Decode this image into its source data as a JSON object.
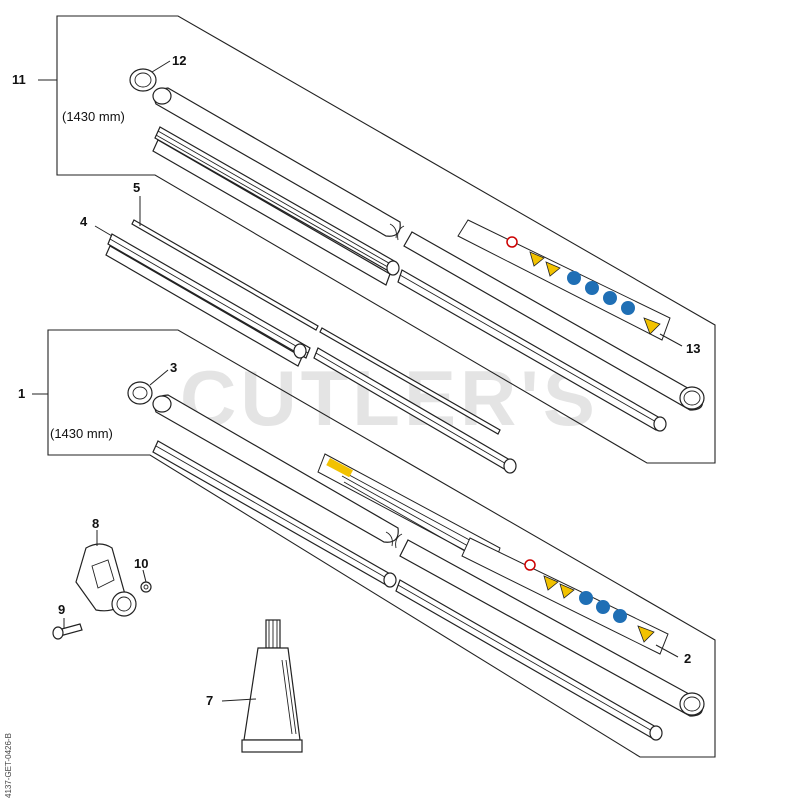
{
  "watermark": "CUTLER'S",
  "drawing_code": "4137-GET-0426-B",
  "callouts": {
    "c1": "1",
    "c2": "2",
    "c3": "3",
    "c4": "4",
    "c5": "5",
    "c6": "",
    "c7": "7",
    "c8": "8",
    "c9": "9",
    "c10": "10",
    "c11": "11",
    "c12": "12",
    "c13": "13"
  },
  "dimensions": {
    "upper_length": "(1430 mm)",
    "lower_length": "(1430 mm)"
  },
  "colors": {
    "line": "#222222",
    "warning_yellow": "#f2c200",
    "mandatory_blue": "#1f6fb5",
    "watermark": "#cfcfcf"
  },
  "icons": {
    "upper_decal": [
      "hazard-thrown-objects",
      "no-bystanders",
      "warning-triangle",
      "warning-triangle",
      "eye-ear-protection",
      "hearing-protection",
      "head-protection",
      "gloves",
      "warning-triangle"
    ],
    "lower_decal": [
      "hazard-thrown-objects",
      "no-bystanders",
      "warning-triangle",
      "warning-triangle",
      "eye-ear-protection",
      "hearing-protection",
      "head-protection",
      "warning-triangle"
    ]
  }
}
